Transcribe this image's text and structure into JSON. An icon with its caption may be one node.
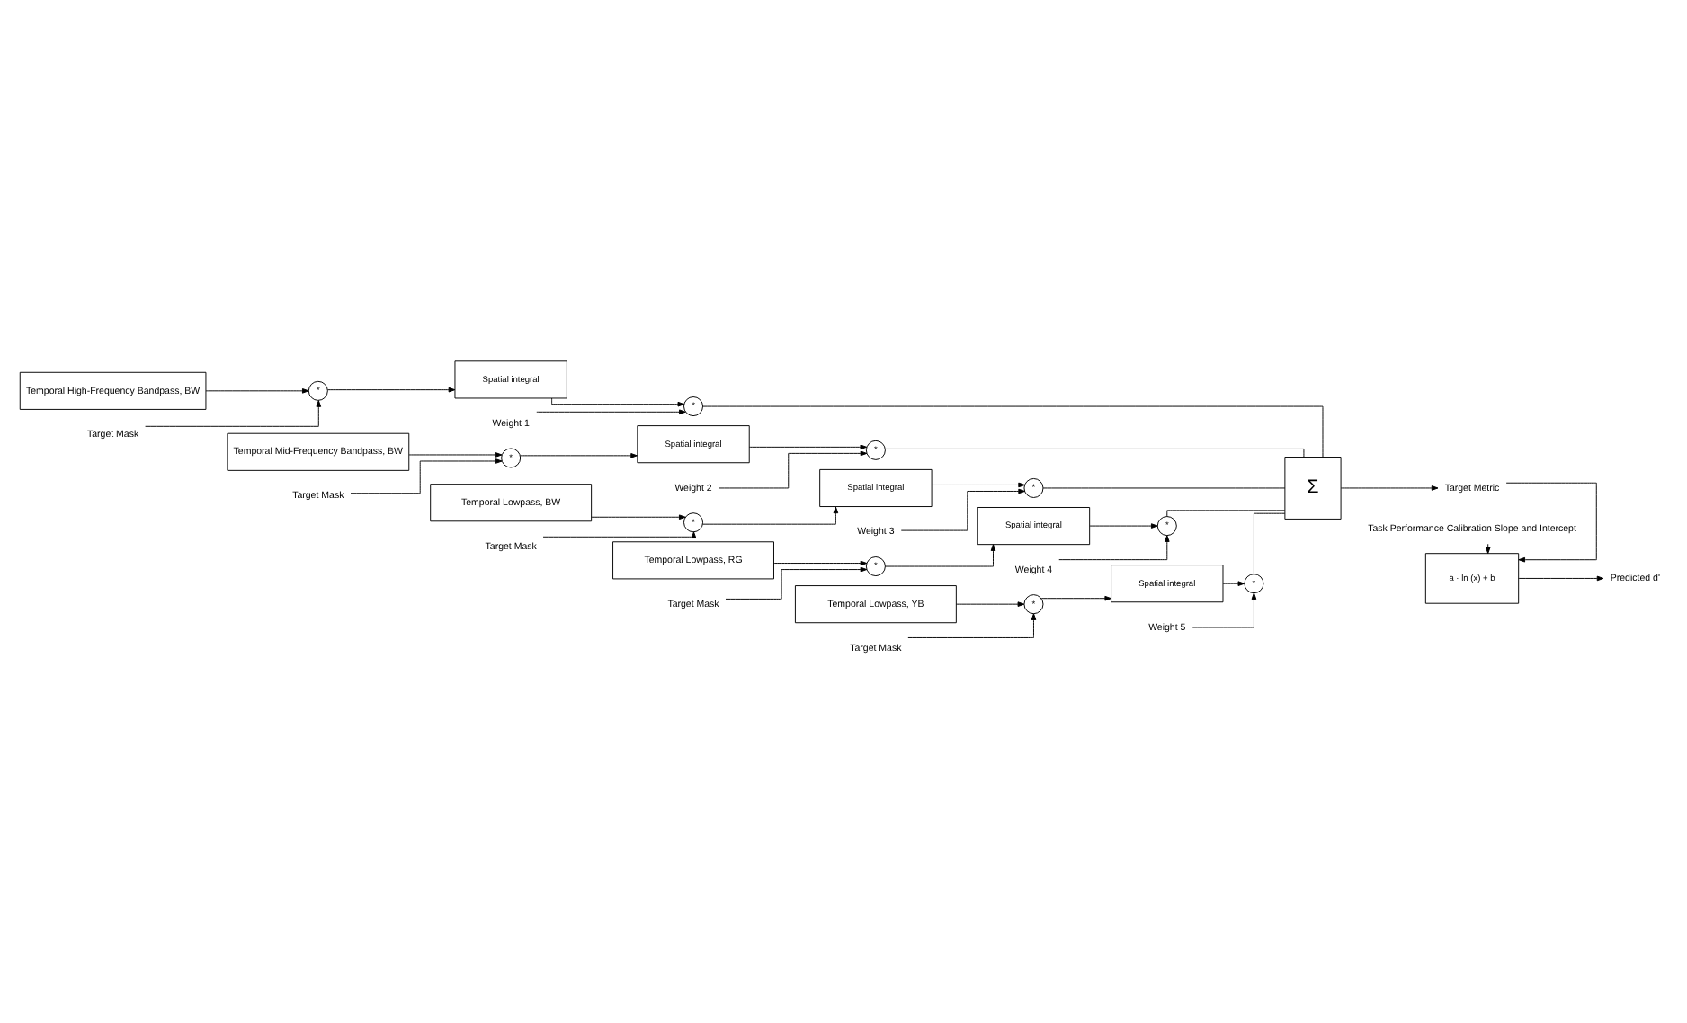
{
  "diagram": {
    "nodes": [
      {
        "text": [
          "Temporal High-Frequency Bandpass, BW"
        ]
      },
      {
        "text": [
          "*"
        ]
      },
      {
        "text": [
          "Spatial integral"
        ]
      },
      {
        "text": [
          "*"
        ]
      },
      {
        "text": [
          "Target Mask"
        ]
      },
      {
        "text": [
          "Weight 1"
        ]
      },
      {
        "text": [
          "Temporal Mid-Frequency Bandpass, BW"
        ]
      },
      {
        "text": [
          "*"
        ]
      },
      {
        "text": [
          "Spatial integral"
        ]
      },
      {
        "text": [
          "*"
        ]
      },
      {
        "text": [
          "Target Mask"
        ]
      },
      {
        "text": [
          "Weight 2"
        ]
      },
      {
        "text": [
          "Temporal Lowpass, BW"
        ]
      },
      {
        "text": [
          "*"
        ]
      },
      {
        "text": [
          "Spatial integral"
        ]
      },
      {
        "text": [
          "*"
        ]
      },
      {
        "text": [
          "Target Mask"
        ]
      },
      {
        "text": [
          "Weight 3"
        ]
      },
      {
        "text": [
          "Temporal Lowpass, RG"
        ]
      },
      {
        "text": [
          "*"
        ]
      },
      {
        "text": [
          "Spatial integral"
        ]
      },
      {
        "text": [
          "*"
        ]
      },
      {
        "text": [
          "Target Mask"
        ]
      },
      {
        "text": [
          "Weight 4"
        ]
      },
      {
        "text": [
          "Temporal Lowpass, YB"
        ]
      },
      {
        "text": [
          "*"
        ]
      },
      {
        "text": [
          "Spatial integral"
        ]
      },
      {
        "text": [
          "*"
        ]
      },
      {
        "text": [
          "Target Mask"
        ]
      },
      {
        "text": [
          "Weight 5"
        ]
      },
      {
        "text": [
          "Σ"
        ]
      },
      {
        "text": [
          "Target Metric"
        ]
      },
      {
        "text": [
          "a · ln (x) + b"
        ]
      },
      {
        "text": [
          "Predicted d'"
        ]
      },
      {
        "text": [
          "Task Performance Calibration Slope and Intercept"
        ]
      }
    ],
    "edges": [
      {
        "from": 0,
        "to": 1,
        "arrow": "to"
      },
      {
        "from": 4,
        "to": 1,
        "arrow": "to"
      },
      {
        "from": 1,
        "to": 2,
        "arrow": "to"
      },
      {
        "from": 2,
        "to": 3,
        "arrow": "to"
      },
      {
        "from": 5,
        "to": 3,
        "arrow": "to"
      },
      {
        "from": 3,
        "to": 30,
        "arrow": "none"
      },
      {
        "from": 6,
        "to": 7,
        "arrow": "to"
      },
      {
        "from": 10,
        "to": 7,
        "arrow": "to"
      },
      {
        "from": 7,
        "to": 8,
        "arrow": "to"
      },
      {
        "from": 8,
        "to": 9,
        "arrow": "to"
      },
      {
        "from": 11,
        "to": 9,
        "arrow": "to"
      },
      {
        "from": 9,
        "to": 30,
        "arrow": "none"
      },
      {
        "from": 12,
        "to": 13,
        "arrow": "to"
      },
      {
        "from": 16,
        "to": 13,
        "arrow": "to"
      },
      {
        "from": 13,
        "to": 14,
        "arrow": "to"
      },
      {
        "from": 14,
        "to": 15,
        "arrow": "to"
      },
      {
        "from": 17,
        "to": 15,
        "arrow": "to"
      },
      {
        "from": 15,
        "to": 30,
        "arrow": "none"
      },
      {
        "from": 18,
        "to": 19,
        "arrow": "to"
      },
      {
        "from": 22,
        "to": 19,
        "arrow": "to"
      },
      {
        "from": 19,
        "to": 20,
        "arrow": "to"
      },
      {
        "from": 20,
        "to": 21,
        "arrow": "to"
      },
      {
        "from": 23,
        "to": 21,
        "arrow": "to"
      },
      {
        "from": 21,
        "to": 30,
        "arrow": "none"
      },
      {
        "from": 24,
        "to": 25,
        "arrow": "to"
      },
      {
        "from": 28,
        "to": 25,
        "arrow": "to"
      },
      {
        "from": 25,
        "to": 26,
        "arrow": "to"
      },
      {
        "from": 26,
        "to": 27,
        "arrow": "to"
      },
      {
        "from": 29,
        "to": 27,
        "arrow": "to"
      },
      {
        "from": 27,
        "to": 30,
        "arrow": "none"
      },
      {
        "from": 30,
        "to": 31,
        "arrow": "to"
      },
      {
        "from": 31,
        "to": 32,
        "arrow": "to"
      },
      {
        "from": 32,
        "to": 33,
        "arrow": "to"
      },
      {
        "from": 34,
        "to": 32,
        "arrow": "to"
      }
    ]
  }
}
